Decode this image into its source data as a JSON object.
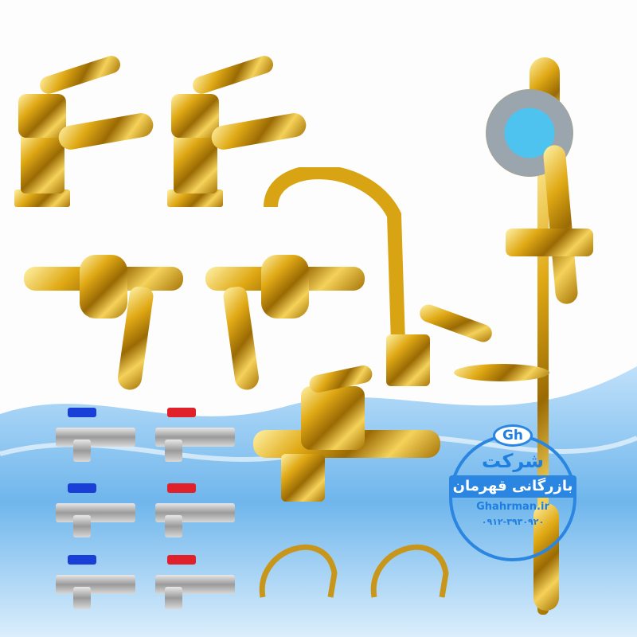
{
  "watermark": {
    "logo_letters": "Gh",
    "line1": "شرکت",
    "line2": "بازرگانی قهرمان",
    "website": "Ghahrman.ir",
    "phone": "۰۹۱۲-۳۹۳۰۹۲۰"
  },
  "colors": {
    "gold": "#d9a414",
    "water": "#6fb6ec",
    "valve_blue": "#1a3fd6",
    "valve_red": "#e0202a",
    "stamp_blue": "#2a86e0"
  }
}
